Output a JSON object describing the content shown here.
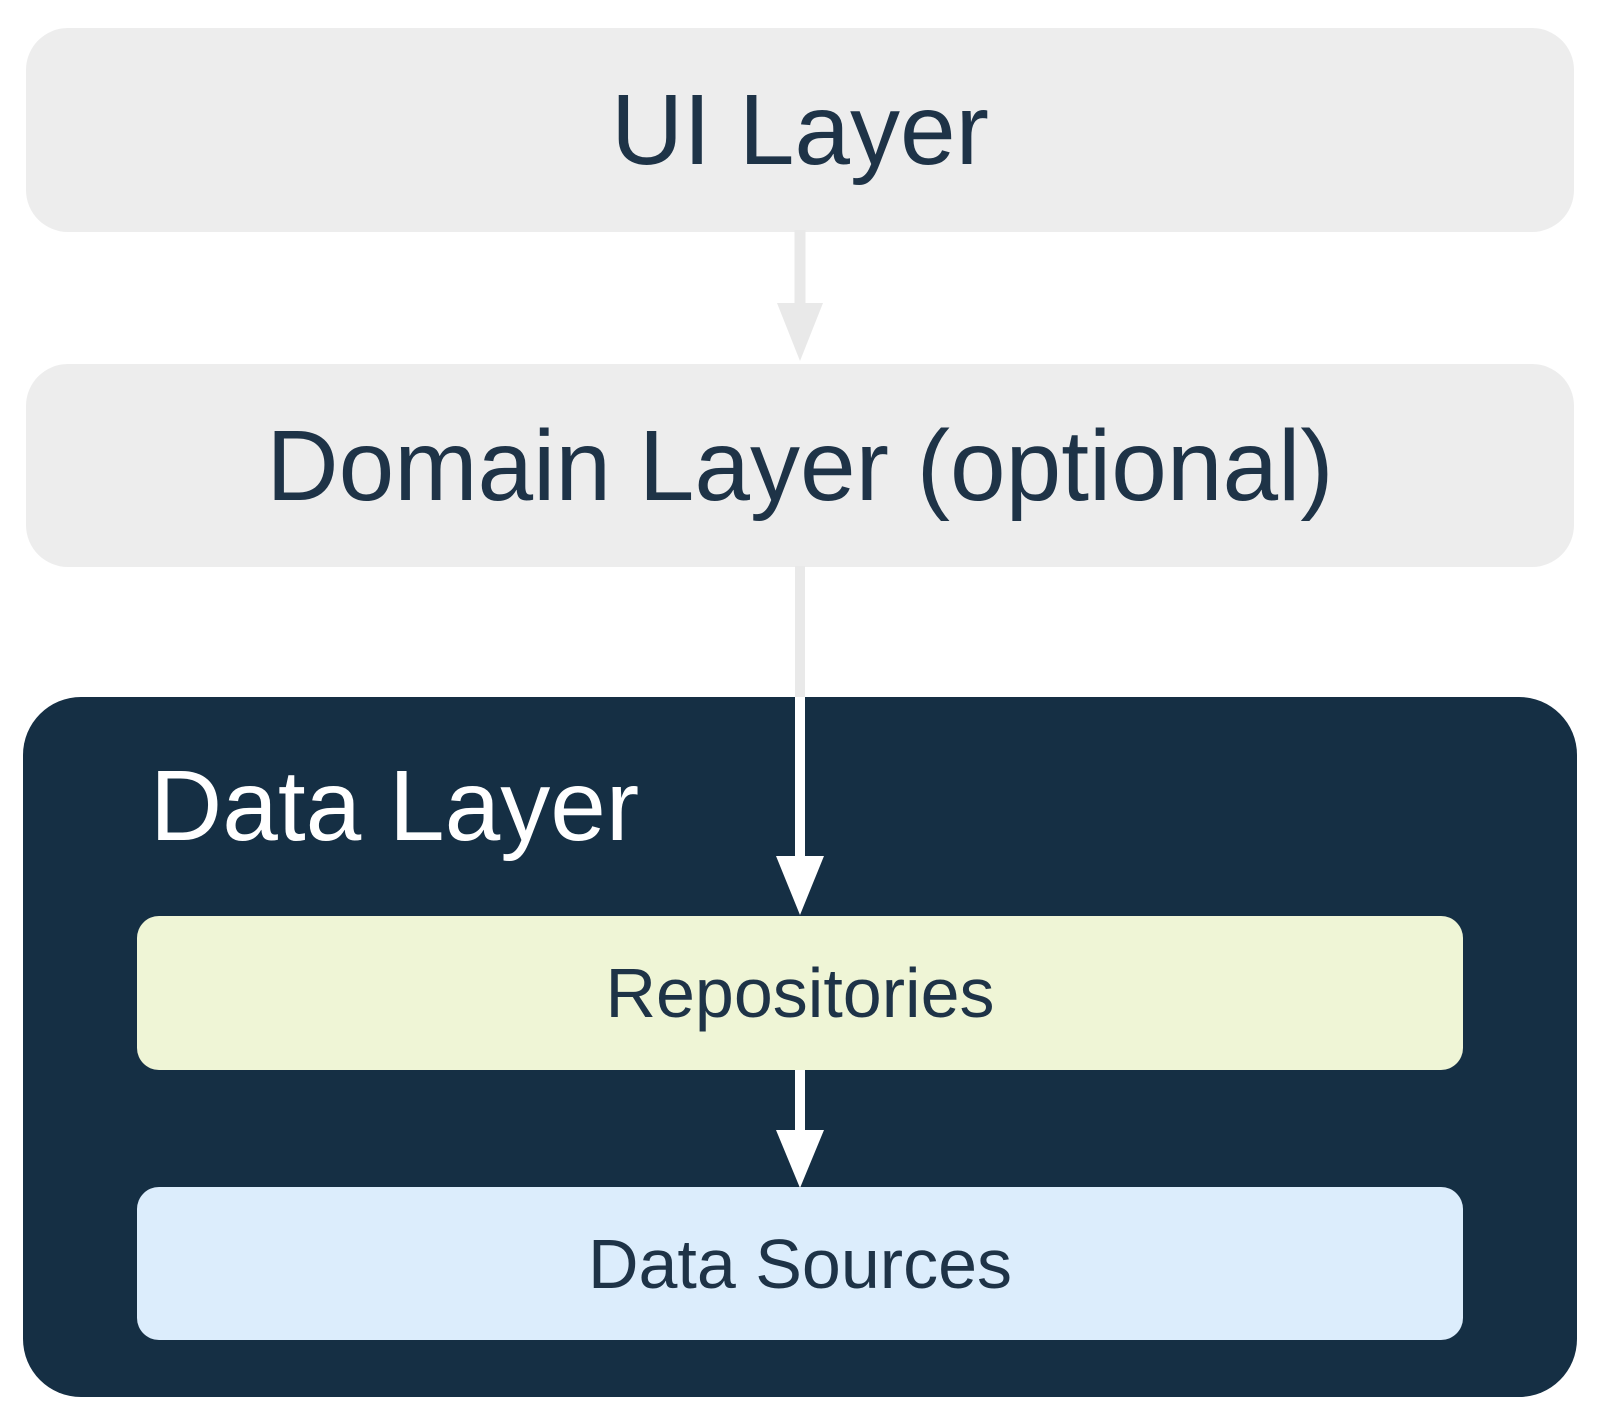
{
  "diagram": {
    "nodes": {
      "ui_layer": {
        "label": "UI Layer"
      },
      "domain_layer": {
        "label": "Domain Layer (optional)"
      },
      "data_layer": {
        "label": "Data Layer"
      },
      "repositories": {
        "label": "Repositories"
      },
      "data_sources": {
        "label": "Data Sources"
      }
    },
    "edges": [
      {
        "from": "ui_layer",
        "to": "domain_layer"
      },
      {
        "from": "domain_layer",
        "to": "repositories"
      },
      {
        "from": "repositories",
        "to": "data_sources"
      }
    ],
    "colors": {
      "background": "#FFFFFF",
      "light_box": "#EDEDED",
      "dark_box": "#152F44",
      "repositories_box": "#EFF5D6",
      "data_sources_box": "#DCEDFC",
      "text_dark": "#1E3347",
      "text_light": "#FFFFFF",
      "arrow_light_gray": "#E9E9E9",
      "arrow_white": "#FFFFFF"
    }
  }
}
